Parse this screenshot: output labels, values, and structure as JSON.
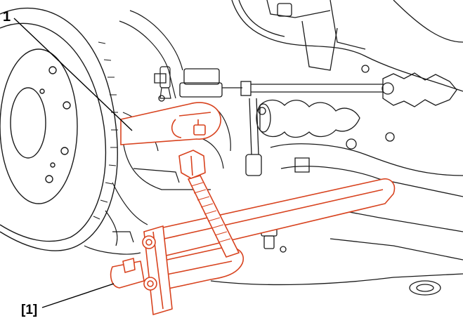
{
  "callouts": {
    "part": "1",
    "tool": "[1]"
  },
  "colors": {
    "line": "#1a1a1a",
    "highlight": "#d8431f",
    "background": "#ffffff"
  },
  "icons": {
    "wheel_hub": "brake-disc-hub-drawing",
    "tie_rod": "tie-rod-drawing",
    "puller": "ball-joint-puller-drawing"
  }
}
